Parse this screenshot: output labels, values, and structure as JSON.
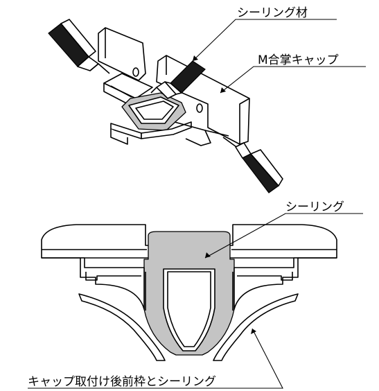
{
  "labels": {
    "sealing_material": "シーリング材",
    "m_gassho_cap": "M合掌キャップ",
    "sealing": "シーリング",
    "bottom_caption": "キャップ取付け後前枠とシーリング"
  }
}
